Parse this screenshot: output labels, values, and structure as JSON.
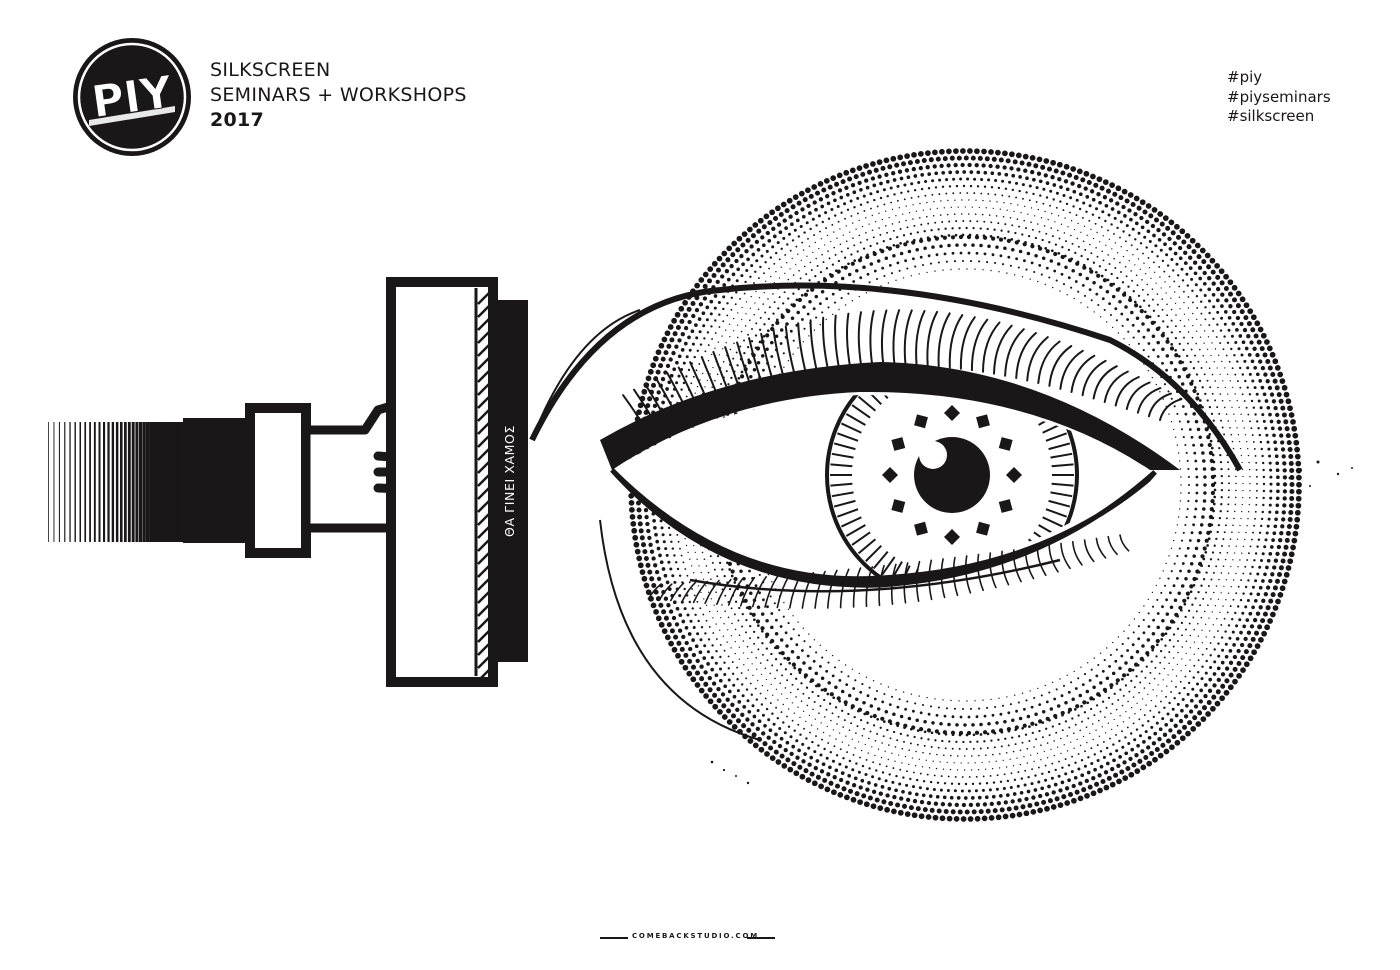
{
  "logo": {
    "text": "PIY"
  },
  "title": {
    "line1": "SILKSCREEN",
    "line2": "SEMINARS + WORKSHOPS",
    "year": "2017"
  },
  "hashtags": [
    "#piy",
    "#piyseminars",
    "#silkscreen"
  ],
  "squeegee_text": "ΘΑ ΓΙΝΕΙ ΧΑΜΟΣ",
  "footer": {
    "credit": "COMEBACKSTUDIO.COM"
  },
  "colors": {
    "ink": "#1a1718",
    "paper": "#ffffff"
  }
}
